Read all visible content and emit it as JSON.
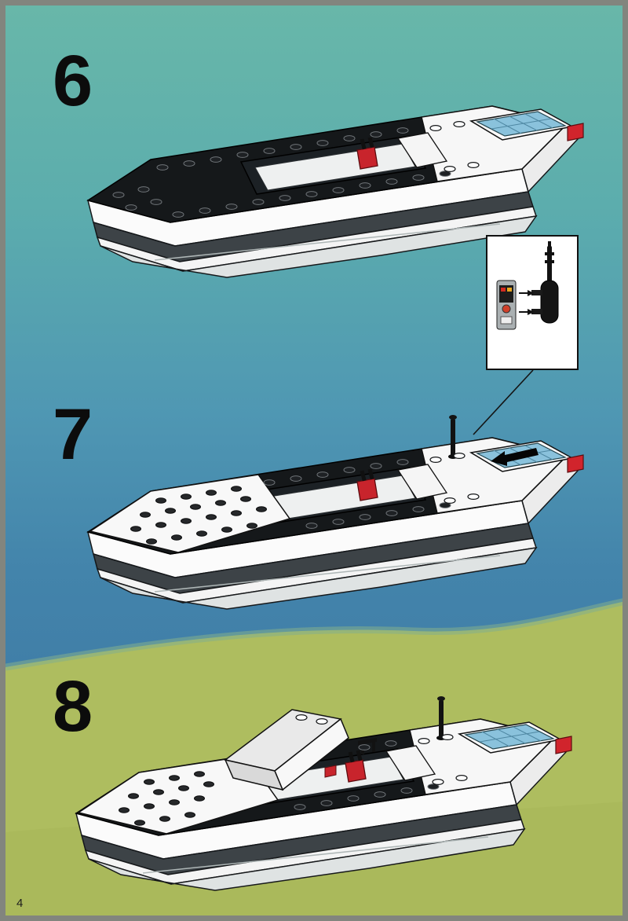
{
  "page": {
    "number": "4"
  },
  "steps": [
    {
      "number": "6"
    },
    {
      "number": "7"
    },
    {
      "number": "8"
    }
  ],
  "callout": {
    "content": "remote-control-transmitter-detail"
  },
  "colors": {
    "background_teal": "#68b7a9",
    "background_blue": "#3f7aa5",
    "background_green": "#aebd5f",
    "hull_white": "#fbfbfb",
    "deck_black": "#15181a",
    "stripe_gray": "#3d4347",
    "windshield_blue": "#8ac2dc",
    "accent_red": "#c8242c"
  }
}
